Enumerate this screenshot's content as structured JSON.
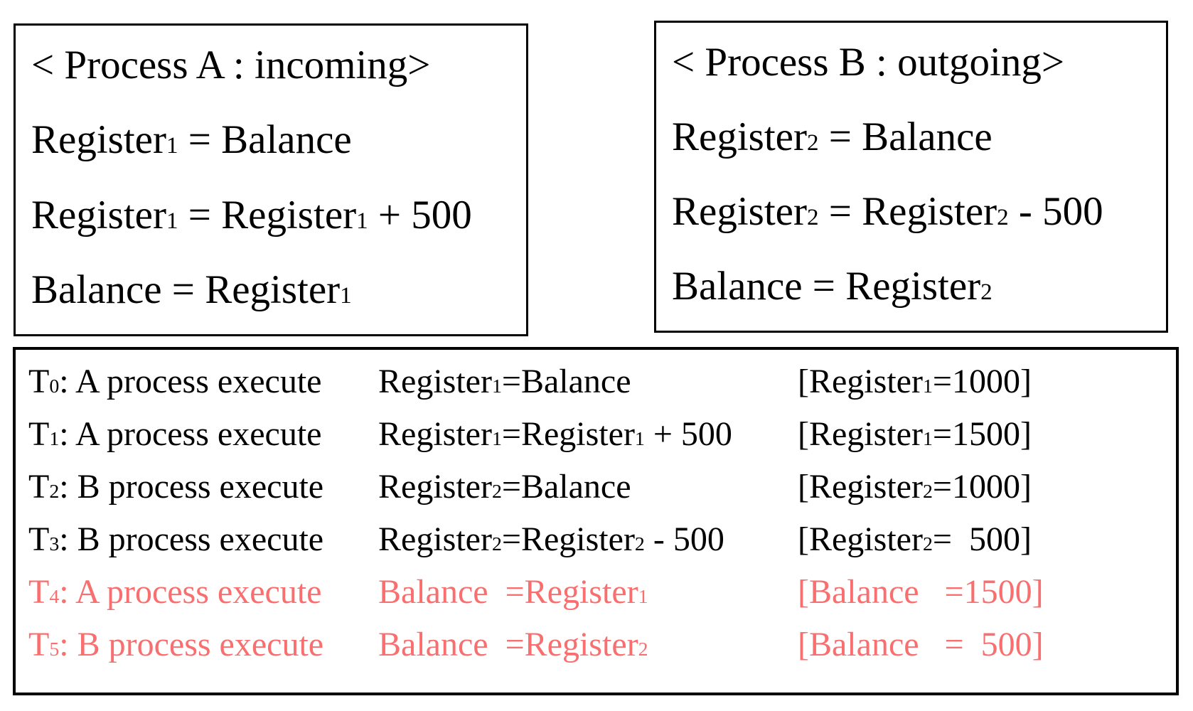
{
  "colors": {
    "text": "#000000",
    "highlight_text": "#f96e6e",
    "border": "#000000",
    "background": "#ffffff"
  },
  "process_a": {
    "title": "< Process A : incoming>",
    "lines": [
      [
        {
          "t": "Register"
        },
        {
          "b": "1"
        },
        {
          "t": " = Balance"
        }
      ],
      [
        {
          "t": "Register"
        },
        {
          "b": "1"
        },
        {
          "t": " = Register"
        },
        {
          "b": "1"
        },
        {
          "t": " + 500"
        }
      ],
      [
        {
          "t": "Balance = Register"
        },
        {
          "b": "1"
        }
      ]
    ]
  },
  "process_b": {
    "title": "< Process B : outgoing>",
    "lines": [
      [
        {
          "t": "Register"
        },
        {
          "b": "2"
        },
        {
          "t": " = Balance"
        }
      ],
      [
        {
          "t": "Register"
        },
        {
          "b": "2"
        },
        {
          "t": " = Register"
        },
        {
          "b": "2"
        },
        {
          "t": " - 500"
        }
      ],
      [
        {
          "t": "Balance = Register"
        },
        {
          "b": "2"
        }
      ]
    ]
  },
  "timeline": {
    "rows": [
      {
        "highlight": false,
        "time": [
          {
            "t": "T"
          },
          {
            "b": "0"
          },
          {
            "t": ": A process execute"
          }
        ],
        "instruction": [
          {
            "t": "Register"
          },
          {
            "b": "1"
          },
          {
            "t": "=Balance"
          }
        ],
        "result": [
          {
            "t": "[Register"
          },
          {
            "b": "1"
          },
          {
            "t": "=1000]"
          }
        ]
      },
      {
        "highlight": false,
        "time": [
          {
            "t": "T"
          },
          {
            "b": "1"
          },
          {
            "t": ": A process execute"
          }
        ],
        "instruction": [
          {
            "t": "Register"
          },
          {
            "b": "1"
          },
          {
            "t": "=Register"
          },
          {
            "b": "1"
          },
          {
            "t": " + 500"
          }
        ],
        "result": [
          {
            "t": "[Register"
          },
          {
            "b": "1"
          },
          {
            "t": "=1500]"
          }
        ]
      },
      {
        "highlight": false,
        "time": [
          {
            "t": "T"
          },
          {
            "b": "2"
          },
          {
            "t": ": B process execute"
          }
        ],
        "instruction": [
          {
            "t": "Register"
          },
          {
            "b": "2"
          },
          {
            "t": "=Balance"
          }
        ],
        "result": [
          {
            "t": "[Register"
          },
          {
            "b": "2"
          },
          {
            "t": "=1000]"
          }
        ]
      },
      {
        "highlight": false,
        "time": [
          {
            "t": "T"
          },
          {
            "b": "3"
          },
          {
            "t": ": B process execute"
          }
        ],
        "instruction": [
          {
            "t": "Register"
          },
          {
            "b": "2"
          },
          {
            "t": "=Register"
          },
          {
            "b": "2"
          },
          {
            "t": " - 500"
          }
        ],
        "result": [
          {
            "t": "[Register"
          },
          {
            "b": "2"
          },
          {
            "t": "=  500]"
          }
        ]
      },
      {
        "highlight": true,
        "time": [
          {
            "t": "T"
          },
          {
            "b": "4"
          },
          {
            "t": ": A process execute"
          }
        ],
        "instruction": [
          {
            "t": "Balance  =Register"
          },
          {
            "b": "1"
          }
        ],
        "result": [
          {
            "t": "[Balance   =1500]"
          }
        ]
      },
      {
        "highlight": true,
        "time": [
          {
            "t": "T"
          },
          {
            "b": "5"
          },
          {
            "t": ": B process execute"
          }
        ],
        "instruction": [
          {
            "t": "Balance  =Register"
          },
          {
            "b": "2"
          }
        ],
        "result": [
          {
            "t": "[Balance   =  500]"
          }
        ]
      }
    ]
  }
}
